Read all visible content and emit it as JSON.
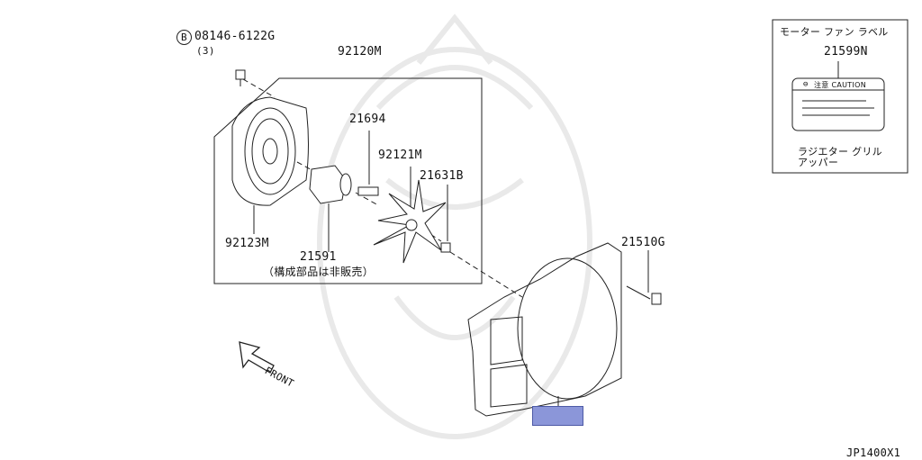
{
  "diagram_id": "JP1400X1",
  "parts": {
    "bolt_code": "08146-6122G",
    "bolt_qty": "(3)",
    "bolt_circle_letter": "B",
    "shroud_assembly": "92120M",
    "fan_motor": "21694",
    "fan_blade": "92121M",
    "nut": "21631B",
    "shroud_upper": "92123M",
    "motor": "21591",
    "not_sold_note": "（構成部品は非販売）",
    "fan_shroud": "21510G"
  },
  "label_box": {
    "title": "モーター ファン ラベル",
    "part_number": "21599N",
    "caution_text": "注意 CAUTION",
    "note_line1": "ラジエター グリル",
    "note_line2": "アッパー"
  },
  "front_text": "FRONT",
  "colors": {
    "line": "#222222",
    "hotspot": "#8b96d9",
    "watermark": "#e6e6e6"
  }
}
